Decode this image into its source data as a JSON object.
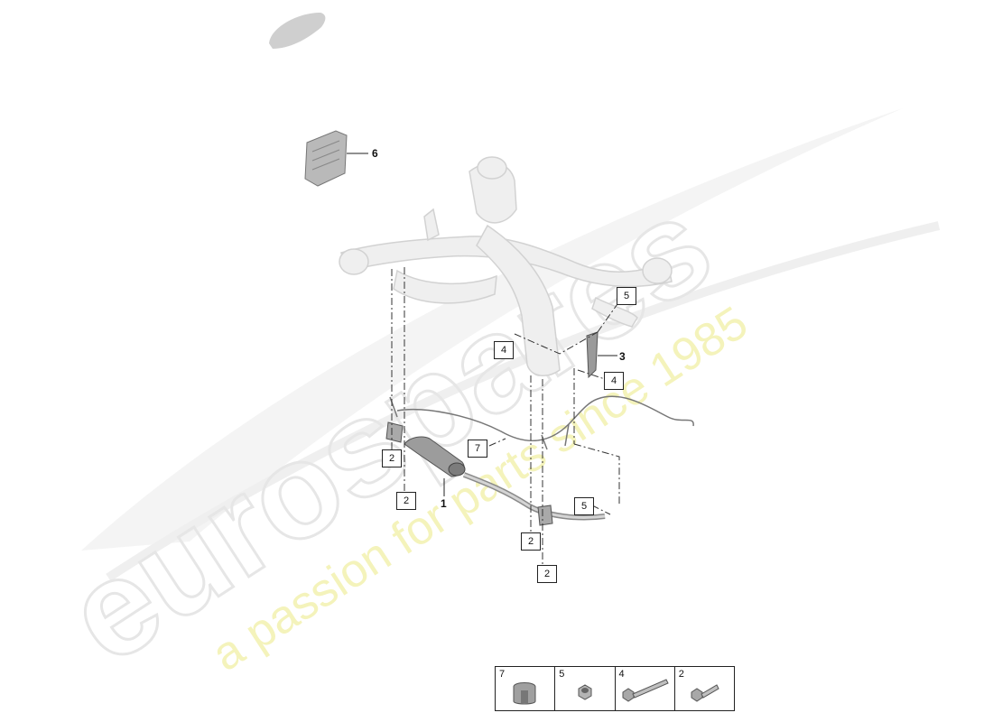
{
  "watermark": {
    "brand": "eurospares",
    "tagline": "a passion for parts since 1985"
  },
  "callouts": {
    "part_1": "1",
    "part_3": "3",
    "part_6": "6",
    "box_2a": "2",
    "box_2b": "2",
    "box_2c": "2",
    "box_2d": "2",
    "box_4a": "4",
    "box_4b": "4",
    "box_5a": "5",
    "box_5b": "5",
    "box_7": "7"
  },
  "legend": {
    "cells": [
      {
        "number": "7",
        "icon": "rubber-mount-icon"
      },
      {
        "number": "5",
        "icon": "hex-nut-icon"
      },
      {
        "number": "4",
        "icon": "long-bolt-icon"
      },
      {
        "number": "2",
        "icon": "short-bolt-icon"
      }
    ]
  }
}
